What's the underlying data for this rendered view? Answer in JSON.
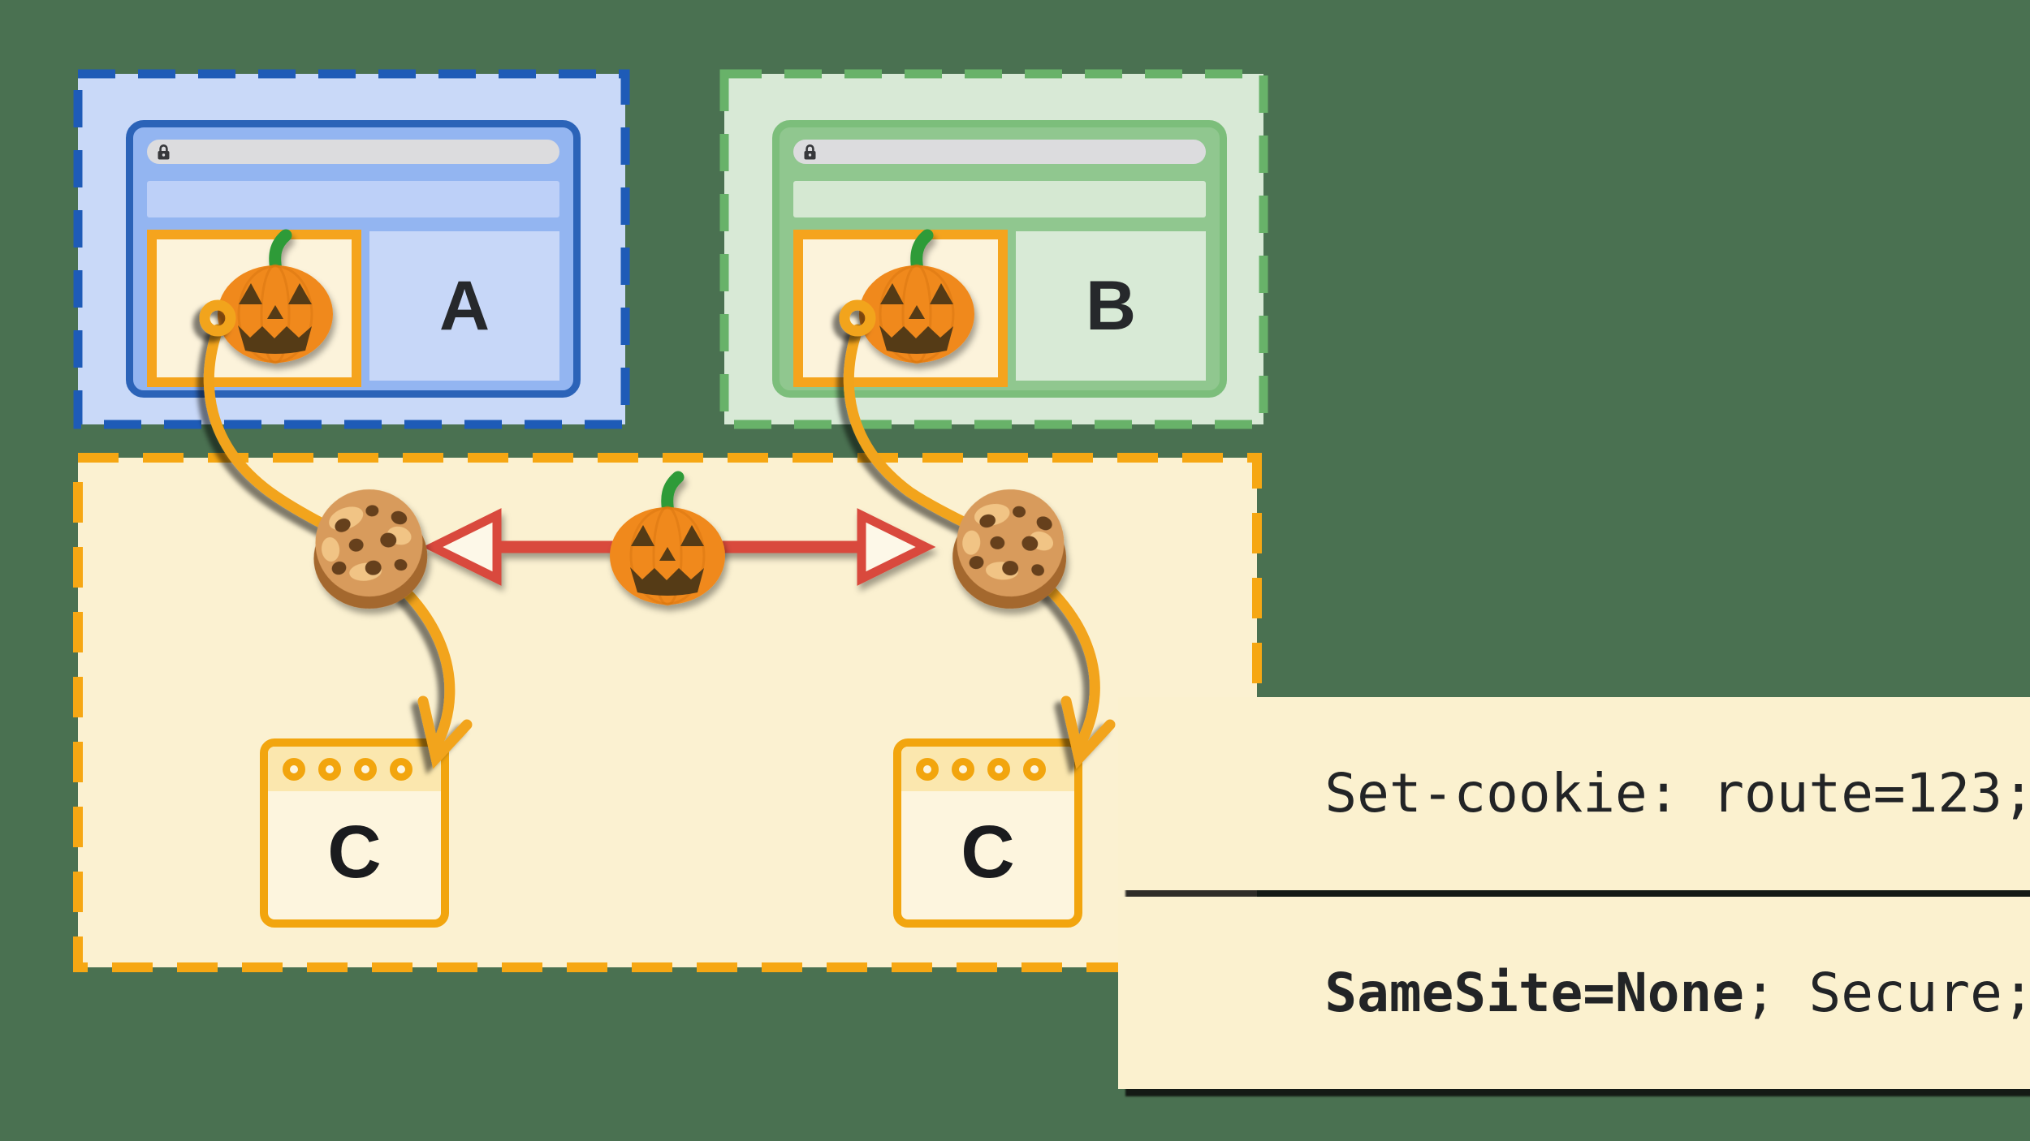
{
  "diagram": {
    "description": "Third-party iframe (pumpkin) embedded on two sites sharing cookies with site C",
    "background_color": "#4A7151"
  },
  "sites": [
    {
      "name": "site-a",
      "label": "A",
      "theme": "blue",
      "dash_color": "#1E5BB7",
      "fill_color": "#C9D9F8",
      "window_border": "#2B63B8",
      "window_fill": "#93B5F1"
    },
    {
      "name": "site-b",
      "label": "B",
      "theme": "green",
      "dash_color": "#68B269",
      "fill_color": "#D8E9D6",
      "window_border": "#7CBE7B",
      "window_fill": "#90C78F"
    }
  ],
  "third_party_zone": {
    "name": "site-c-zone",
    "dash_color": "#F6A713",
    "fill_color": "#FBF1D1"
  },
  "servers": [
    {
      "name": "server-c-left",
      "label": "C"
    },
    {
      "name": "server-c-right",
      "label": "C"
    }
  ],
  "cookie_header": {
    "line1": "Set-cookie: route=123;",
    "line2_bold": "SameSite=None",
    "line2_rest": "; Secure;",
    "bg": "#FBF1CF",
    "text_color": "#222426"
  },
  "icons": {
    "lock": "padlock-icon",
    "pumpkin": "jack-o-lantern-icon",
    "cookie": "chocolate-chip-cookie-icon",
    "ring": "anchor-ring-marker",
    "red_arrow": "blocked-share-double-arrow",
    "orange_arrow": "cookie-flow-arrow"
  },
  "colors": {
    "iframe_border": "#F5A41D",
    "iframe_bg": "#FCF3DB",
    "curve_orange": "#F2A41C",
    "red_arrow": "#D9493C",
    "red_arrow_head_fill": "#FDF8E8",
    "pumpkin_body": "#F0891D",
    "pumpkin_face": "#543A13",
    "pumpkin_stem": "#2F9B38",
    "cookie_base": "#D89B5B",
    "cookie_rim": "#A4672E",
    "cookie_chip": "#66401F",
    "cbox_border": "#F2A50E",
    "cbox_header": "#FBE7AE",
    "cbox_body": "#FDF5DE",
    "url_bar": "#DCDCDE"
  }
}
